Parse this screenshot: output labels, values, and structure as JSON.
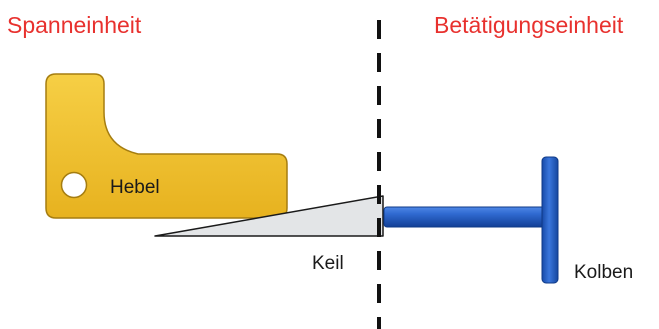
{
  "headings": {
    "left": "Spanneinheit",
    "right": "Betätigungseinheit",
    "color": "#e8312e"
  },
  "labels": {
    "lever": "Hebel",
    "wedge": "Keil",
    "piston": "Kolben"
  },
  "colors": {
    "lever_fill": "#f2c232",
    "lever_stroke": "#a57d10",
    "wedge_fill": "#e3e5e7",
    "piston_fill": "#2a63c9",
    "divider": "#111111"
  }
}
